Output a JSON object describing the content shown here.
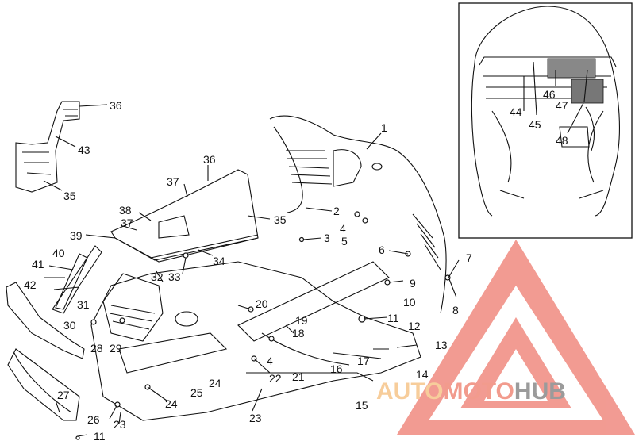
{
  "labels": [
    {
      "id": "1",
      "text": "1"
    },
    {
      "id": "2",
      "text": "2"
    },
    {
      "id": "3",
      "text": "3"
    },
    {
      "id": "4a",
      "text": "4"
    },
    {
      "id": "5",
      "text": "5"
    },
    {
      "id": "6",
      "text": "6"
    },
    {
      "id": "7",
      "text": "7"
    },
    {
      "id": "8",
      "text": "8"
    },
    {
      "id": "9",
      "text": "9"
    },
    {
      "id": "10",
      "text": "10"
    },
    {
      "id": "11a",
      "text": "11"
    },
    {
      "id": "12",
      "text": "12"
    },
    {
      "id": "13",
      "text": "13"
    },
    {
      "id": "14",
      "text": "14"
    },
    {
      "id": "15",
      "text": "15"
    },
    {
      "id": "16",
      "text": "16"
    },
    {
      "id": "17",
      "text": "17"
    },
    {
      "id": "18",
      "text": "18"
    },
    {
      "id": "19",
      "text": "19"
    },
    {
      "id": "20",
      "text": "20"
    },
    {
      "id": "21",
      "text": "21"
    },
    {
      "id": "22",
      "text": "22"
    },
    {
      "id": "23a",
      "text": "23"
    },
    {
      "id": "23b",
      "text": "23"
    },
    {
      "id": "24a",
      "text": "24"
    },
    {
      "id": "24b",
      "text": "24"
    },
    {
      "id": "25",
      "text": "25"
    },
    {
      "id": "26",
      "text": "26"
    },
    {
      "id": "27",
      "text": "27"
    },
    {
      "id": "28",
      "text": "28"
    },
    {
      "id": "29",
      "text": "29"
    },
    {
      "id": "30",
      "text": "30"
    },
    {
      "id": "31",
      "text": "31"
    },
    {
      "id": "32",
      "text": "32"
    },
    {
      "id": "33",
      "text": "33"
    },
    {
      "id": "34",
      "text": "34"
    },
    {
      "id": "35a",
      "text": "35"
    },
    {
      "id": "35b",
      "text": "35"
    },
    {
      "id": "36a",
      "text": "36"
    },
    {
      "id": "36b",
      "text": "36"
    },
    {
      "id": "37a",
      "text": "37"
    },
    {
      "id": "37b",
      "text": "37"
    },
    {
      "id": "38",
      "text": "38"
    },
    {
      "id": "39",
      "text": "39"
    },
    {
      "id": "40",
      "text": "40"
    },
    {
      "id": "41",
      "text": "41"
    },
    {
      "id": "42",
      "text": "42"
    },
    {
      "id": "43",
      "text": "43"
    },
    {
      "id": "4b",
      "text": "4"
    },
    {
      "id": "11b",
      "text": "11"
    },
    {
      "id": "44",
      "text": "44"
    },
    {
      "id": "45",
      "text": "45"
    },
    {
      "id": "46",
      "text": "46"
    },
    {
      "id": "47",
      "text": "47"
    },
    {
      "id": "48",
      "text": "48"
    }
  ],
  "watermark": {
    "part1": "AUTO",
    "part2": "MOTO",
    "part3": "HUB",
    "color_primary": "#f6c58a",
    "color_secondary": "#f08a7a",
    "color_hub": "#8a8a8a",
    "logo_color": "#f08a80"
  },
  "icons": {
    "watermark_logo": "triangle-logo-icon"
  }
}
